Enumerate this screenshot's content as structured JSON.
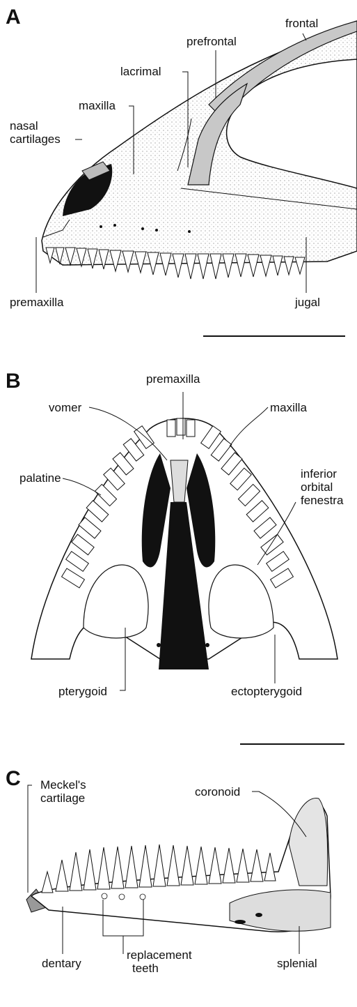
{
  "panel_a": {
    "letter": "A",
    "labels": {
      "frontal": "frontal",
      "prefrontal": "prefrontal",
      "lacrimal": "lacrimal",
      "maxilla": "maxilla",
      "nasal_cartilages": [
        "nasal",
        "cartilages"
      ],
      "premaxilla": "premaxilla",
      "jugal": "jugal"
    }
  },
  "panel_b": {
    "letter": "B",
    "labels": {
      "premaxilla": "premaxilla",
      "vomer": "vomer",
      "maxilla": "maxilla",
      "palatine": "palatine",
      "inferior_orbital_fenestra": [
        "inferior",
        "orbital",
        "fenestra"
      ],
      "pterygoid": "pterygoid",
      "ectopterygoid": "ectopterygoid"
    }
  },
  "panel_c": {
    "letter": "C",
    "labels": {
      "meckels_cartilage": [
        "Meckel's",
        "cartilage"
      ],
      "coronoid": "coronoid",
      "dentary": "dentary",
      "replacement_teeth": [
        "replacement",
        "teeth"
      ],
      "splenial": "splenial"
    }
  },
  "colors": {
    "ink": "#111111",
    "bone": "#ffffff",
    "shade": "#cfcfcf",
    "dark": "#111111"
  }
}
